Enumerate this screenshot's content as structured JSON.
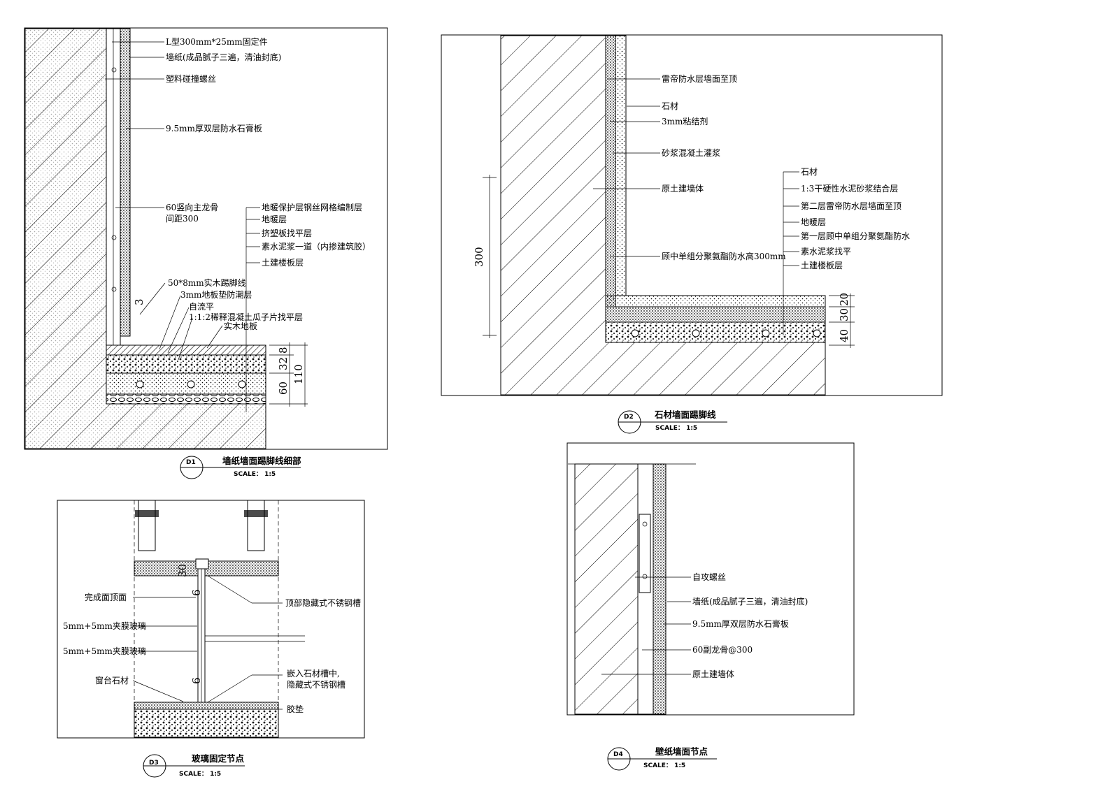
{
  "detail_d1": {
    "tag": "D1",
    "title": "墙纸墙面踢脚线细部",
    "scale": "SCALE： 1:5",
    "labels": [
      "L型300mm*25mm固定件",
      "墙纸(成品腻子三遍，清油封底)",
      "塑料碰撞螺丝",
      "9.5mm厚双层防水石膏板",
      "60竖向主龙骨",
      "间距300",
      "地暖保护层钢丝网格编制层",
      "地暖层",
      "挤塑板找平层",
      "素水泥浆一道（内掺建筑胶）",
      "土建楼板层",
      "50*8mm实木踢脚线",
      "3mm地板垫防潮层",
      "自流平",
      "1:1:2稀释混凝土瓜子片找平层",
      "实木地板"
    ],
    "dims": [
      "3",
      "8",
      "32",
      "60",
      "110"
    ]
  },
  "detail_d2": {
    "tag": "D2",
    "title": "石材墙面踢脚线",
    "scale": "SCALE： 1:5",
    "labels": [
      "雷帝防水层墙面至顶",
      "石材",
      "3mm粘结剂",
      "砂浆混凝土灌浆",
      "原土建墙体",
      "顾中单组分聚氨酯防水高300mm",
      "石材",
      "1:3干硬性水泥砂浆结合层",
      "第二层雷帝防水层墙面至顶",
      "地暖层",
      "第一层顾中单组分聚氨酯防水",
      "素水泥浆找平",
      "土建楼板层"
    ],
    "dims": [
      "300",
      "20",
      "30",
      "40"
    ]
  },
  "detail_d3": {
    "tag": "D3",
    "title": "玻璃固定节点",
    "scale": "SCALE： 1:5",
    "labels": [
      "完成面顶面",
      "顶部隐藏式不锈钢槽",
      "5mm+5mm夹膜玻璃",
      "5mm+5mm夹膜玻璃",
      "窗台石材",
      "嵌入石材槽中,",
      "隐藏式不锈钢槽",
      "胶垫"
    ],
    "dims": [
      "30",
      "6",
      "6"
    ]
  },
  "detail_d4": {
    "tag": "D4",
    "title": "壁纸墙面节点",
    "scale": "SCALE： 1:5",
    "labels": [
      "自攻螺丝",
      "墙纸(成品腻子三遍，清油封底)",
      "9.5mm厚双层防水石膏板",
      "60副龙骨@300",
      "原土建墙体"
    ]
  }
}
